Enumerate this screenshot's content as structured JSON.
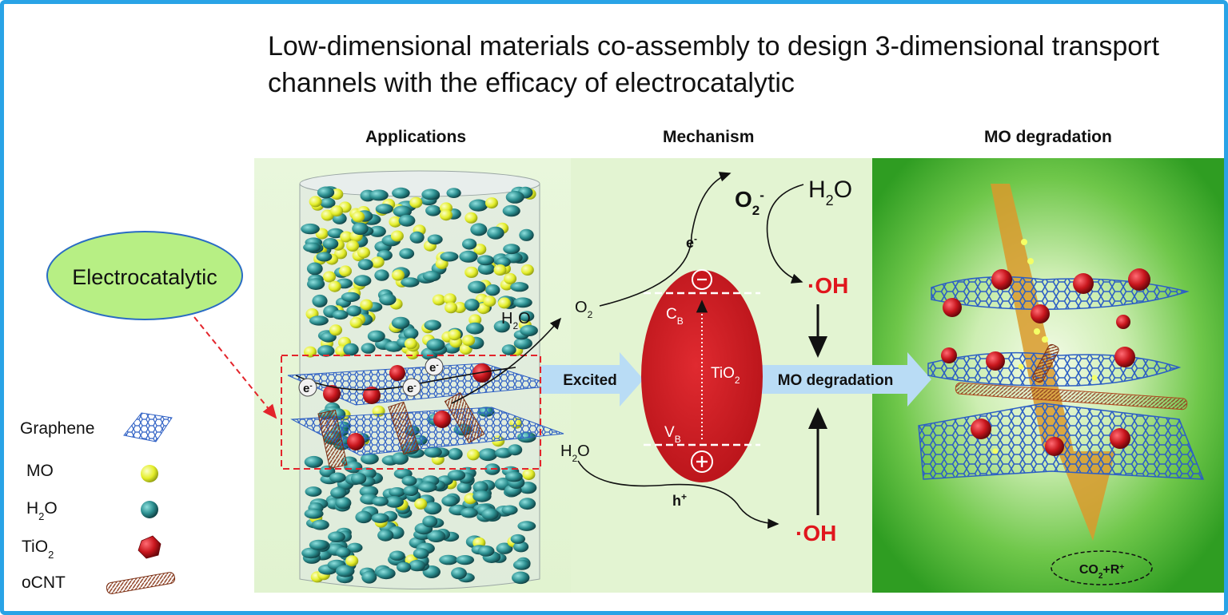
{
  "title": "Low-dimensional materials co-assembly to design 3-dimensional transport channels with the efficacy of electrocatalytic",
  "sections": {
    "applications": "Applications",
    "mechanism": "Mechanism",
    "degradation": "MO degradation"
  },
  "bubble": {
    "label": "Electrocatalytic"
  },
  "legend": {
    "graphene": "Graphene",
    "mo": "MO",
    "h2o": {
      "main": "H",
      "sub": "2",
      "tail": "O"
    },
    "tio2": {
      "main": "TiO",
      "sub": "2"
    },
    "ocnt": "oCNT"
  },
  "applications_panel": {
    "electron": "e",
    "electron_sup": "-"
  },
  "arrows": {
    "excited": "Excited",
    "mo_degradation": "MO degradation"
  },
  "mechanism": {
    "tio2": {
      "main": "TiO",
      "sub": "2"
    },
    "cb": {
      "main": "C",
      "sub": "B"
    },
    "vb": {
      "main": "V",
      "sub": "B"
    },
    "e_minus": {
      "main": "e",
      "sup": "-"
    },
    "h_plus": {
      "main": "h",
      "sup": "+"
    },
    "h2o_top": {
      "main": "H",
      "sub": "2",
      "tail": "O"
    },
    "o2": {
      "main": "O",
      "sub": "2"
    },
    "o2_radical": {
      "main": "O",
      "sub": "2",
      "sup": "-"
    },
    "h2o_right": {
      "main": "H",
      "sub": "2",
      "tail": "O"
    },
    "h2o_bottom": {
      "main": "H",
      "sub": "2",
      "tail": "O"
    },
    "oh_top": "·OH",
    "oh_bottom": "·OH"
  },
  "degradation_panel": {
    "product": {
      "a": "CO",
      "a_sub": "2",
      "b": "+R",
      "b_sup": "+"
    }
  },
  "colors": {
    "frame": "#29a3e6",
    "tio2_red": "#c8161d",
    "radical_red": "#e0161d",
    "arrow_blue": "#b9dcf5",
    "panel_green": "#e4f6d5",
    "bubble_green": "#b7ef84",
    "graphene_blue": "#2d5fc4",
    "mo_yellow": "#e8f03c",
    "h2o_teal": "#2c8f90",
    "channel_orange": "#d99a2b",
    "dash_red": "#e3242b"
  },
  "icons": [
    "graphene-sheet-icon",
    "mo-sphere-icon",
    "h2o-sphere-icon",
    "tio2-crystal-icon",
    "ocnt-tube-icon"
  ]
}
